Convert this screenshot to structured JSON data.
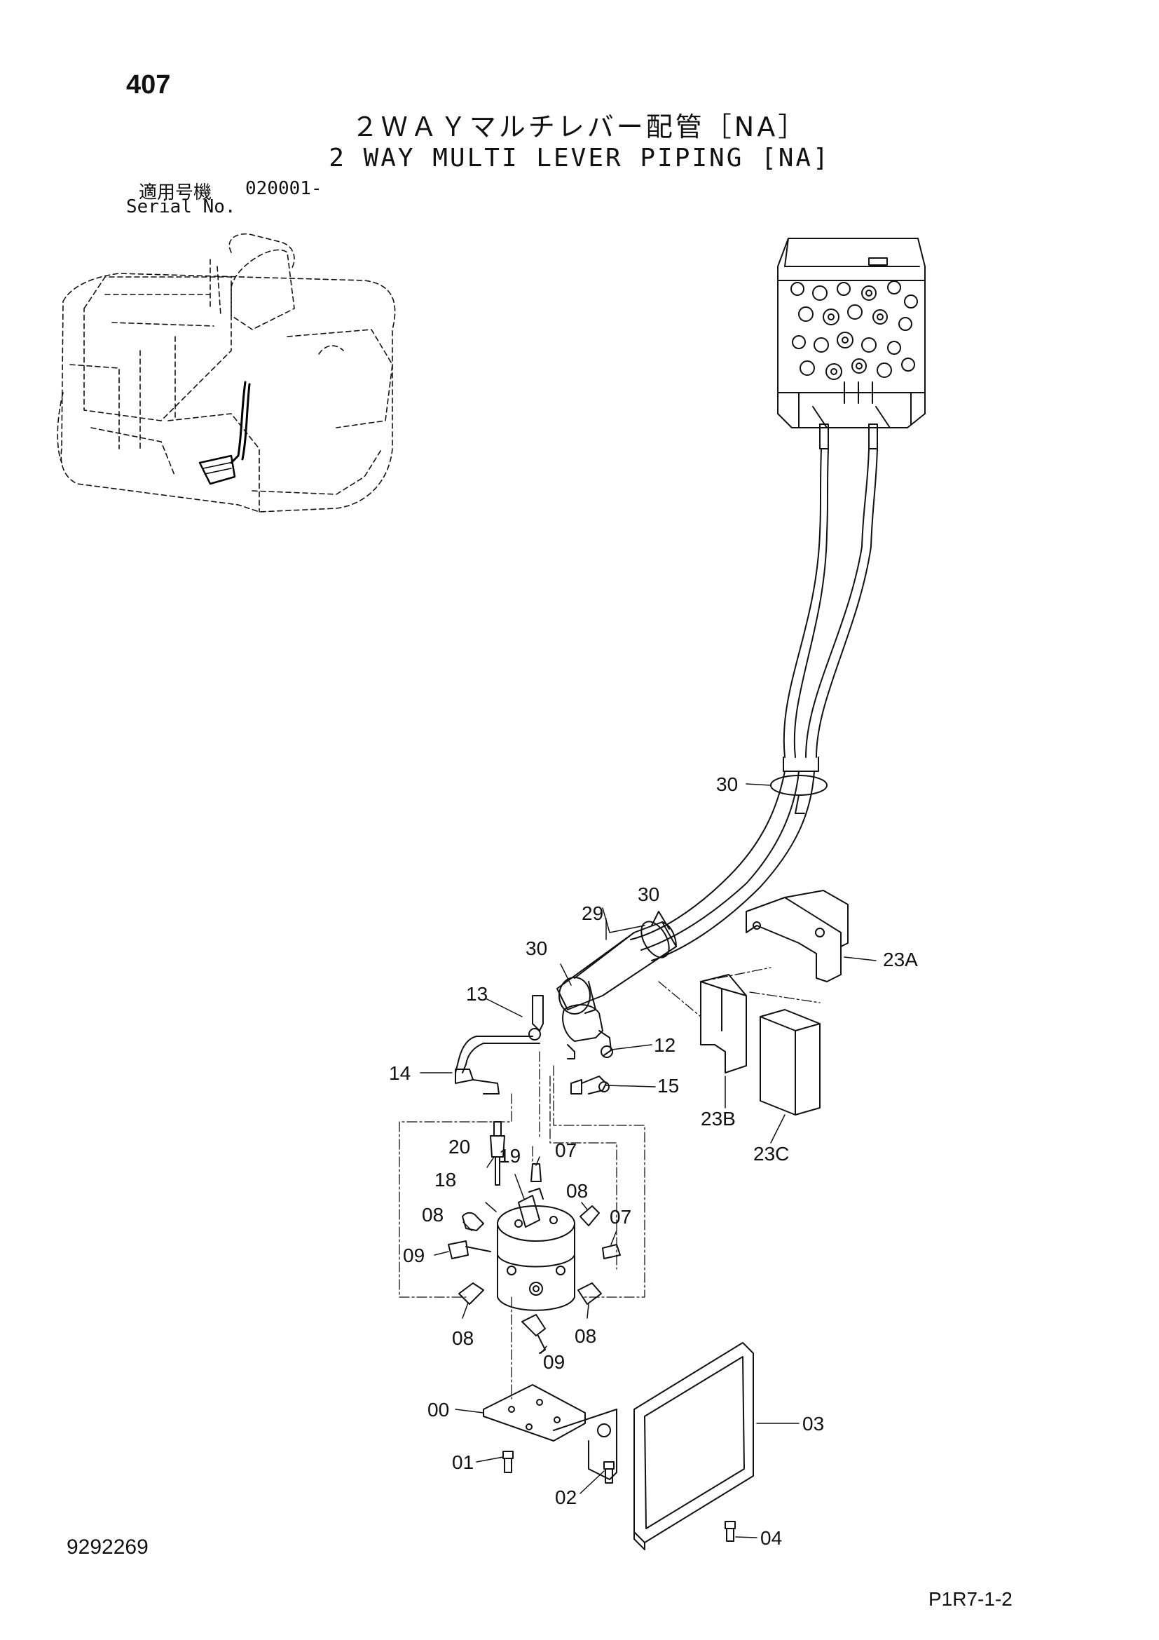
{
  "header": {
    "page_number": "407",
    "title_ja": "２ＷＡＹマルチレバー配管［NA］",
    "title_en": "2 WAY MULTI LEVER PIPING [NA]",
    "serial_label_ja": "適用号機",
    "serial_number": "020001-",
    "serial_label_en": "Serial No."
  },
  "footer": {
    "drawing_number": "9292269",
    "page_ref": "P1R7-1-2"
  },
  "callouts": [
    {
      "id": "c30a",
      "text": "30"
    },
    {
      "id": "c30b",
      "text": "30"
    },
    {
      "id": "c29",
      "text": "29"
    },
    {
      "id": "c30c",
      "text": "30"
    },
    {
      "id": "c13",
      "text": "13"
    },
    {
      "id": "c23A",
      "text": "23A"
    },
    {
      "id": "c12",
      "text": "12"
    },
    {
      "id": "c14",
      "text": "14"
    },
    {
      "id": "c15",
      "text": "15"
    },
    {
      "id": "c23B",
      "text": "23B"
    },
    {
      "id": "c23C",
      "text": "23C"
    },
    {
      "id": "c20",
      "text": "20"
    },
    {
      "id": "c19",
      "text": "19"
    },
    {
      "id": "c07a",
      "text": "07"
    },
    {
      "id": "c18",
      "text": "18"
    },
    {
      "id": "c08a",
      "text": "08"
    },
    {
      "id": "c08b",
      "text": "08"
    },
    {
      "id": "c07b",
      "text": "07"
    },
    {
      "id": "c09a",
      "text": "09"
    },
    {
      "id": "c08c",
      "text": "08"
    },
    {
      "id": "c08d",
      "text": "08"
    },
    {
      "id": "c09b",
      "text": "09"
    },
    {
      "id": "c00",
      "text": "00"
    },
    {
      "id": "c03",
      "text": "03"
    },
    {
      "id": "c01",
      "text": "01"
    },
    {
      "id": "c02",
      "text": "02"
    },
    {
      "id": "c04",
      "text": "04"
    }
  ]
}
